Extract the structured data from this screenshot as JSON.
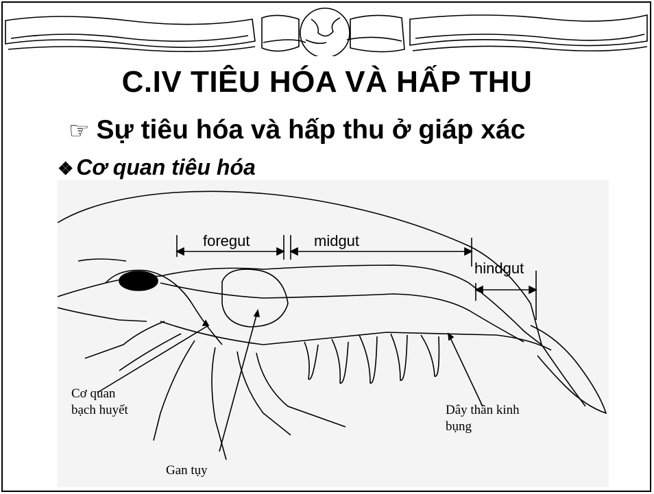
{
  "slide": {
    "title": "C.IV  TIÊU HÓA VÀ HẤP THU",
    "subtitle_icon": "pointing-hand-icon",
    "subtitle": "Sự tiêu hóa và hấp thu ở giáp xác",
    "bullet_icon": "diamond-bullet-icon",
    "bullet": "Cơ quan tiêu hóa"
  },
  "figure": {
    "regions": {
      "foregut": "foregut",
      "midgut": "midgut",
      "hindgut": "hindgut"
    },
    "labels": {
      "lymph_organ_line1": "Cơ quan",
      "lymph_organ_line2": "bạch huyết",
      "hepatopancreas": "Gan tụy",
      "nerve_cord_line1": "Dây thần kinh",
      "nerve_cord_line2": "bụng"
    }
  }
}
